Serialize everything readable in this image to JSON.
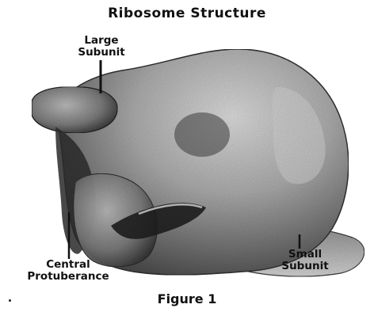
{
  "figure": {
    "title": "Ribosome Structure",
    "caption": "Figure 1",
    "labels": {
      "large_subunit": "Large\nSubunit",
      "central_protuberance": "Central\nProtuberance",
      "small_subunit": "Small\nSubunit"
    }
  },
  "colors": {
    "light_surface": "#c8c8c8",
    "mid_surface": "#8a8a8a",
    "dark_shadow": "#2b2b2b",
    "text": "#111111"
  }
}
